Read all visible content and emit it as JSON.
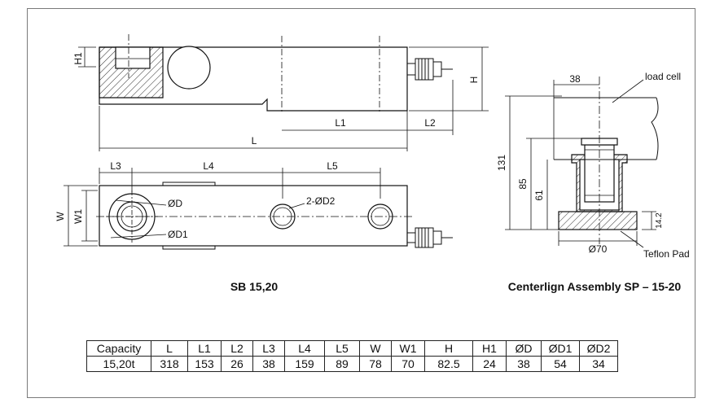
{
  "left_view": {
    "caption": "SB 15,20",
    "dims": {
      "H1": "H1",
      "H": "H",
      "L": "L",
      "L1": "L1",
      "L2": "L2",
      "L3": "L3",
      "L4": "L4",
      "L5": "L5",
      "W": "W",
      "W1": "W1",
      "D": "ØD",
      "D1": "ØD1",
      "D2": "2-ØD2"
    }
  },
  "right_view": {
    "caption": "Centerlign Assembly SP – 15-20",
    "load_cell": "load cell",
    "teflon_pad": "Teflon Pad",
    "dims": {
      "d38": "38",
      "d131": "131",
      "d85": "85",
      "d61": "61",
      "d14_2": "14.2",
      "d70": "Ø70"
    }
  },
  "table": {
    "headers": [
      "Capacity",
      "L",
      "L1",
      "L2",
      "L3",
      "L4",
      "L5",
      "W",
      "W1",
      "H",
      "H1",
      "ØD",
      "ØD1",
      "ØD2"
    ],
    "values": [
      "15,20t",
      "318",
      "153",
      "26",
      "38",
      "159",
      "89",
      "78",
      "70",
      "82.5",
      "24",
      "38",
      "54",
      "34"
    ]
  }
}
